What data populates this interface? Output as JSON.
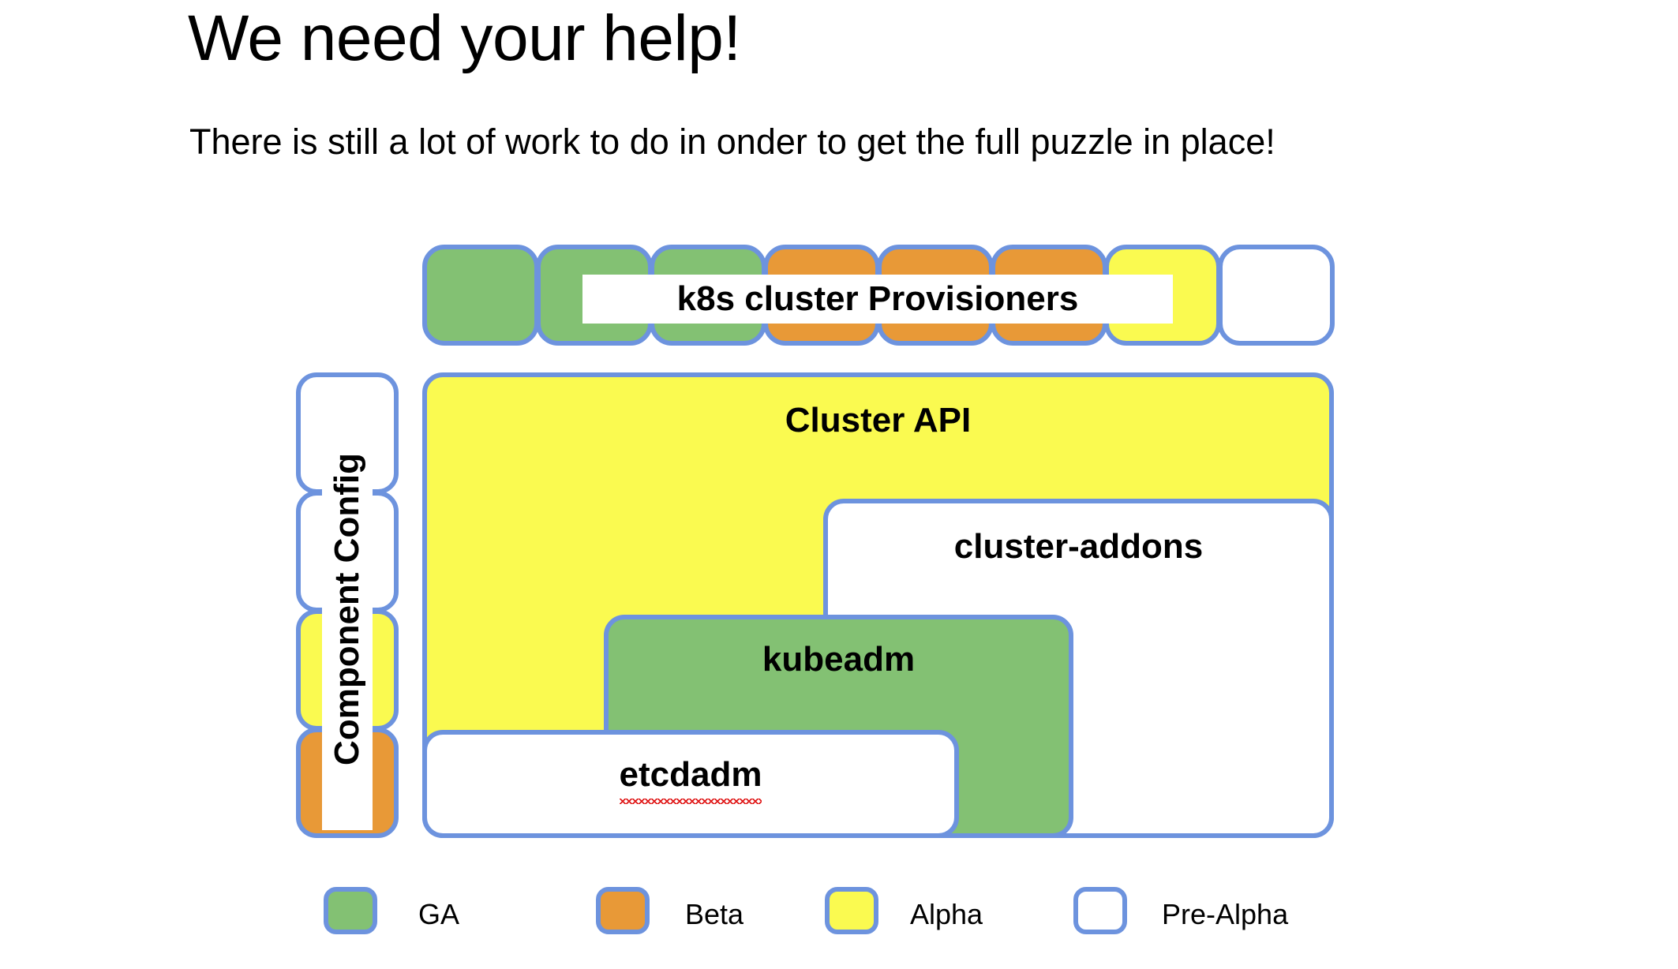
{
  "slide": {
    "title": "We need your help!",
    "subtitle": "There is still a lot of work to do in onder to get the full puzzle in place!"
  },
  "colors": {
    "border": "#6d93de",
    "ga": "#83c173",
    "beta": "#e89937",
    "alpha": "#fafa50",
    "pre_alpha": "#ffffff",
    "spellcheck": "#e01b1b"
  },
  "provisioners": {
    "label": "k8s cluster Provisioners",
    "boxes": [
      {
        "status": "GA"
      },
      {
        "status": "GA"
      },
      {
        "status": "GA"
      },
      {
        "status": "Beta"
      },
      {
        "status": "Beta"
      },
      {
        "status": "Beta"
      },
      {
        "status": "Alpha"
      },
      {
        "status": "Pre-Alpha"
      }
    ]
  },
  "component_config": {
    "label": "Component Config",
    "boxes": [
      {
        "status": "Pre-Alpha"
      },
      {
        "status": "Pre-Alpha"
      },
      {
        "status": "Alpha"
      },
      {
        "status": "Beta"
      }
    ]
  },
  "stack": [
    {
      "label": "Cluster API",
      "status": "Alpha",
      "misspelled": false
    },
    {
      "label": "cluster-addons",
      "status": "Pre-Alpha",
      "misspelled": false
    },
    {
      "label": "kubeadm",
      "status": "GA",
      "misspelled": false
    },
    {
      "label": "etcdadm",
      "status": "Pre-Alpha",
      "misspelled": true
    }
  ],
  "legend": {
    "items": [
      {
        "label": "GA",
        "status": "GA"
      },
      {
        "label": "Beta",
        "status": "Beta"
      },
      {
        "label": "Alpha",
        "status": "Alpha"
      },
      {
        "label": "Pre-Alpha",
        "status": "Pre-Alpha"
      }
    ]
  }
}
